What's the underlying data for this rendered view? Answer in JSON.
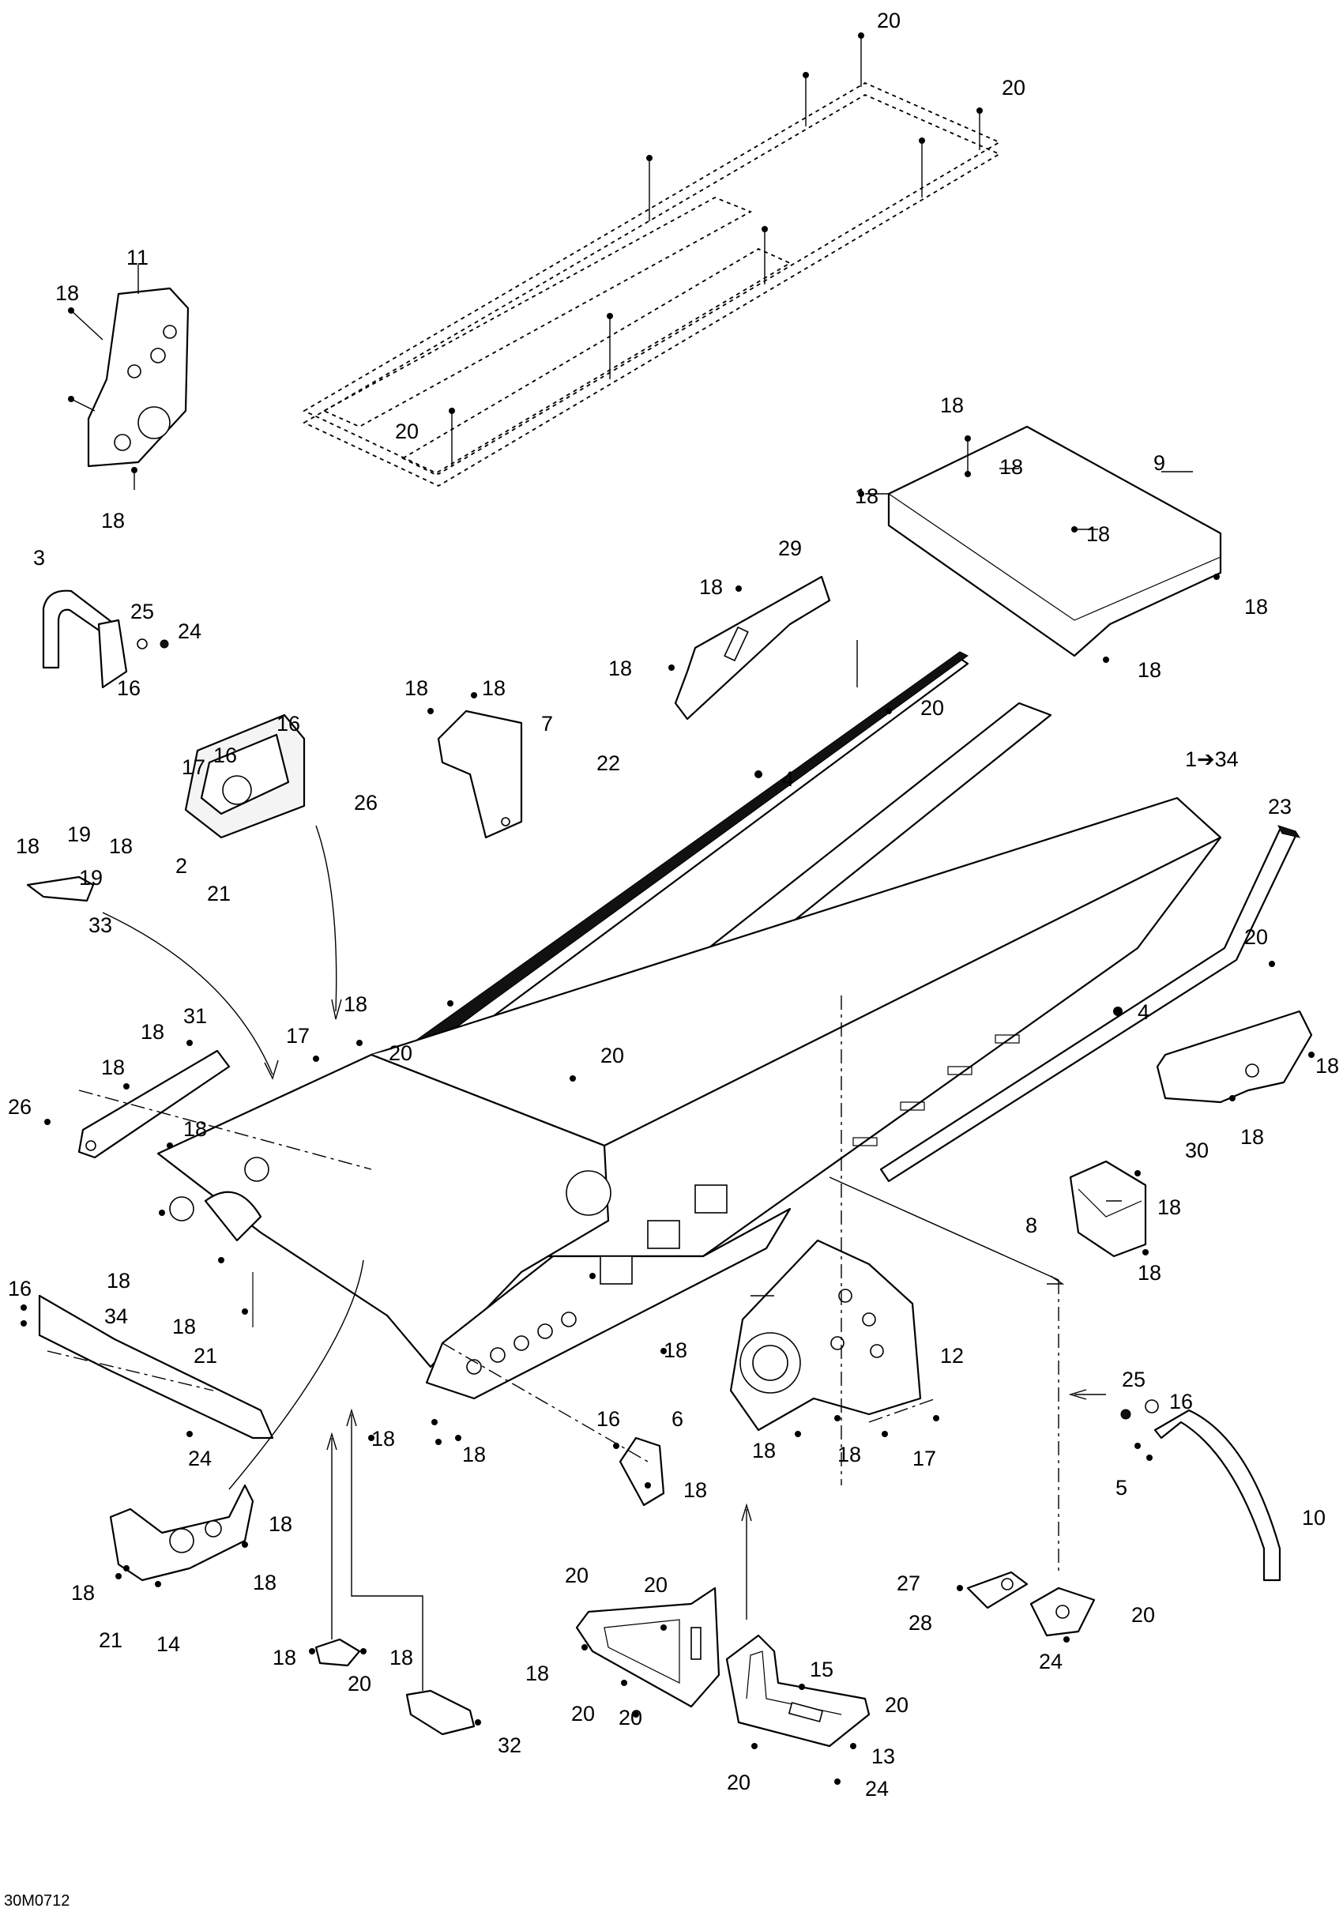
{
  "diagram_code": "30M0712",
  "callouts": [
    {
      "id": "c20a",
      "text": "20"
    },
    {
      "id": "c20b",
      "text": "20"
    },
    {
      "id": "c20c",
      "text": "20"
    },
    {
      "id": "c11",
      "text": "11"
    },
    {
      "id": "c18a",
      "text": "18"
    },
    {
      "id": "c18b",
      "text": "18"
    },
    {
      "id": "c18c",
      "text": "18"
    },
    {
      "id": "c9",
      "text": "9"
    },
    {
      "id": "c18d",
      "text": "18"
    },
    {
      "id": "c18e",
      "text": "18"
    },
    {
      "id": "c18f",
      "text": "18"
    },
    {
      "id": "c18g",
      "text": "18"
    },
    {
      "id": "c18h",
      "text": "18"
    },
    {
      "id": "c3",
      "text": "3"
    },
    {
      "id": "c25a",
      "text": "25"
    },
    {
      "id": "c24a",
      "text": "24"
    },
    {
      "id": "c16a",
      "text": "16"
    },
    {
      "id": "c29",
      "text": "29"
    },
    {
      "id": "c18i",
      "text": "18"
    },
    {
      "id": "c18j",
      "text": "18"
    },
    {
      "id": "c16b",
      "text": "16"
    },
    {
      "id": "c16c",
      "text": "16"
    },
    {
      "id": "c17a",
      "text": "17"
    },
    {
      "id": "c26a",
      "text": "26"
    },
    {
      "id": "c18k",
      "text": "18"
    },
    {
      "id": "c18l",
      "text": "18"
    },
    {
      "id": "c7",
      "text": "7"
    },
    {
      "id": "c20d",
      "text": "20"
    },
    {
      "id": "c22",
      "text": "22"
    },
    {
      "id": "c4a",
      "text": "4"
    },
    {
      "id": "c1to34",
      "text": "1➔34"
    },
    {
      "id": "c23",
      "text": "23"
    },
    {
      "id": "c18m",
      "text": "18"
    },
    {
      "id": "c19a",
      "text": "19"
    },
    {
      "id": "c18n",
      "text": "18"
    },
    {
      "id": "c19b",
      "text": "19"
    },
    {
      "id": "c2",
      "text": "2"
    },
    {
      "id": "c21a",
      "text": "21"
    },
    {
      "id": "c33",
      "text": "33"
    },
    {
      "id": "c20e",
      "text": "20"
    },
    {
      "id": "c4b",
      "text": "4"
    },
    {
      "id": "c18o",
      "text": "18"
    },
    {
      "id": "c31",
      "text": "31"
    },
    {
      "id": "c18p",
      "text": "18"
    },
    {
      "id": "c17b",
      "text": "17"
    },
    {
      "id": "c20f",
      "text": "20"
    },
    {
      "id": "c20g",
      "text": "20"
    },
    {
      "id": "c18q",
      "text": "18"
    },
    {
      "id": "c18r",
      "text": "18"
    },
    {
      "id": "c26b",
      "text": "26"
    },
    {
      "id": "c30",
      "text": "30"
    },
    {
      "id": "c18s",
      "text": "18"
    },
    {
      "id": "c18t",
      "text": "18"
    },
    {
      "id": "c18u",
      "text": "18"
    },
    {
      "id": "c8",
      "text": "8"
    },
    {
      "id": "c18v",
      "text": "18"
    },
    {
      "id": "c16d",
      "text": "16"
    },
    {
      "id": "c34",
      "text": "34"
    },
    {
      "id": "c18w",
      "text": "18"
    },
    {
      "id": "c18x",
      "text": "18"
    },
    {
      "id": "c21b",
      "text": "21"
    },
    {
      "id": "c18y",
      "text": "18"
    },
    {
      "id": "c12",
      "text": "12"
    },
    {
      "id": "c16e",
      "text": "16"
    },
    {
      "id": "c18z",
      "text": "18"
    },
    {
      "id": "c18aa",
      "text": "18"
    },
    {
      "id": "c6",
      "text": "6"
    },
    {
      "id": "c18ab",
      "text": "18"
    },
    {
      "id": "c18ac",
      "text": "18"
    },
    {
      "id": "c18ad",
      "text": "18"
    },
    {
      "id": "c17c",
      "text": "17"
    },
    {
      "id": "c24b",
      "text": "24"
    },
    {
      "id": "c25b",
      "text": "25"
    },
    {
      "id": "c16f",
      "text": "16"
    },
    {
      "id": "c5",
      "text": "5"
    },
    {
      "id": "c10",
      "text": "10"
    },
    {
      "id": "c18ae",
      "text": "18"
    },
    {
      "id": "c18af",
      "text": "18"
    },
    {
      "id": "c18ag",
      "text": "18"
    },
    {
      "id": "c21c",
      "text": "21"
    },
    {
      "id": "c14",
      "text": "14"
    },
    {
      "id": "c20h",
      "text": "20"
    },
    {
      "id": "c20i",
      "text": "20"
    },
    {
      "id": "c27",
      "text": "27"
    },
    {
      "id": "c28",
      "text": "28"
    },
    {
      "id": "c20j",
      "text": "20"
    },
    {
      "id": "c24c",
      "text": "24"
    },
    {
      "id": "c18ah",
      "text": "18"
    },
    {
      "id": "c20k",
      "text": "20"
    },
    {
      "id": "c20l",
      "text": "20"
    },
    {
      "id": "c15",
      "text": "15"
    },
    {
      "id": "c20m",
      "text": "20"
    },
    {
      "id": "c13",
      "text": "13"
    },
    {
      "id": "c20n",
      "text": "20"
    },
    {
      "id": "c20o",
      "text": "20"
    },
    {
      "id": "c18ai",
      "text": "18"
    },
    {
      "id": "c18aj",
      "text": "18"
    },
    {
      "id": "c32",
      "text": "32"
    },
    {
      "id": "c24d",
      "text": "24"
    }
  ]
}
